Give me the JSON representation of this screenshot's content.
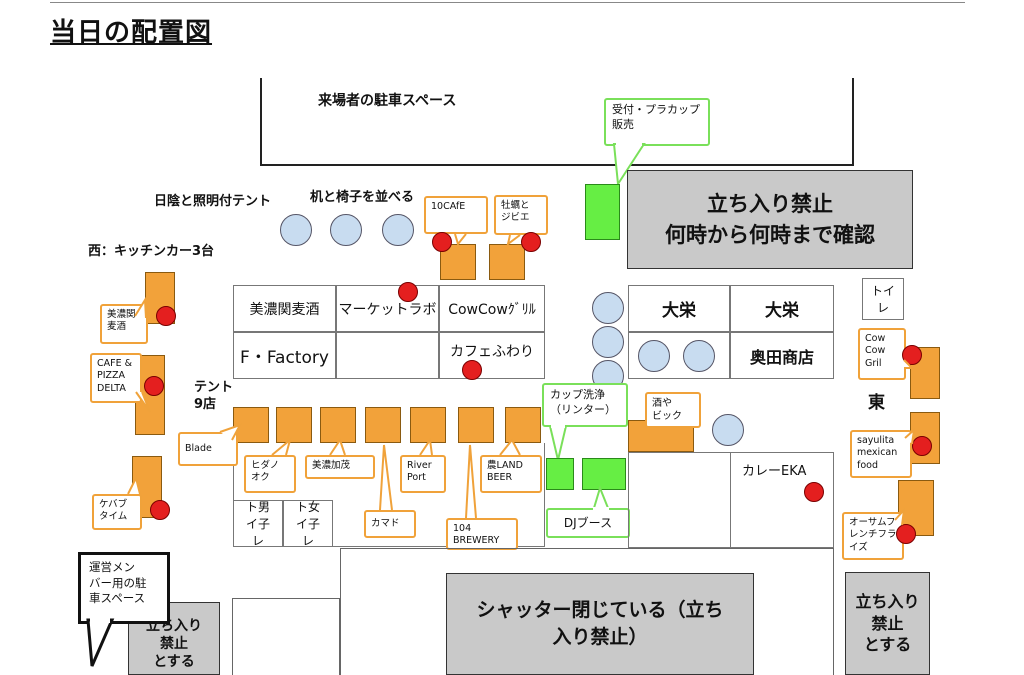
{
  "title": "当日の配置図",
  "labels": {
    "parking": "来場者の駐車スペース",
    "reception": "受付・プラカップ販売",
    "shade_tent": "日陰と照明付テント",
    "tables": "机と椅子を並べる",
    "west": "西：キッチンカー3台",
    "tent9": "テント\n9店",
    "east": "東",
    "cup_wash": "カップ洗浄\n（リンター）",
    "dj": "DJブース",
    "staff_parking": "運営メン\nバー用の駐\n車スペース"
  },
  "restricted": {
    "top_right": "立ち入り禁止\n何時から何時まで確認",
    "shutter": "シャッター閉じている（立ち\n入り禁止）",
    "bottom_right": "立ち入り\n禁止\nとする",
    "bottom_left": "立ち入り\n禁止\nとする"
  },
  "booths": {
    "mino_bakushu": "美濃関麦酒",
    "market_lab": "マーケットラボ",
    "cowcow_grill": "CowCowｸﾞﾘﾙ",
    "f_factory": "F・Factory",
    "cafe_fuwari": "カフェふわり",
    "daiei1": "大栄",
    "daiei2": "大栄",
    "okuda": "奥田商店",
    "toilet": "トイ\nレ",
    "curry_eka": "カレーEKA",
    "toilet_m": "ト男\nイ子\nレ",
    "toilet_f": "ト女\nイ子\nレ"
  },
  "callouts": {
    "tencafe": "10CAfE",
    "kaki": "牡蠣と\nジビエ",
    "mino_w": "美濃関\n麦酒",
    "pizza": "CAFE &\nPIZZA\nDELTA",
    "kebab": "ケバブ\nタイム",
    "blade": "Blade",
    "hidanooku": "ヒダノ\nオク",
    "minokamo": "美濃加茂",
    "riverport": "River\nPort",
    "nouland": "農LAND\nBEER",
    "kamado": "カマド",
    "brewery104": "104\nBREWERY",
    "sakeya": "酒や\nビック",
    "cowcow_e": "Cow\nCow\nGril",
    "sayulita": "sayulita\nmexican\nfood",
    "orsam": "オーサムフ\nレンチフラ\nイズ"
  },
  "colors": {
    "kitchen_booth": "#f2a23a",
    "green_booth": "#66ee44",
    "restricted": "#c9c9c9",
    "vendor_marker": "#e41f1f",
    "table": "#c8dcf0"
  }
}
